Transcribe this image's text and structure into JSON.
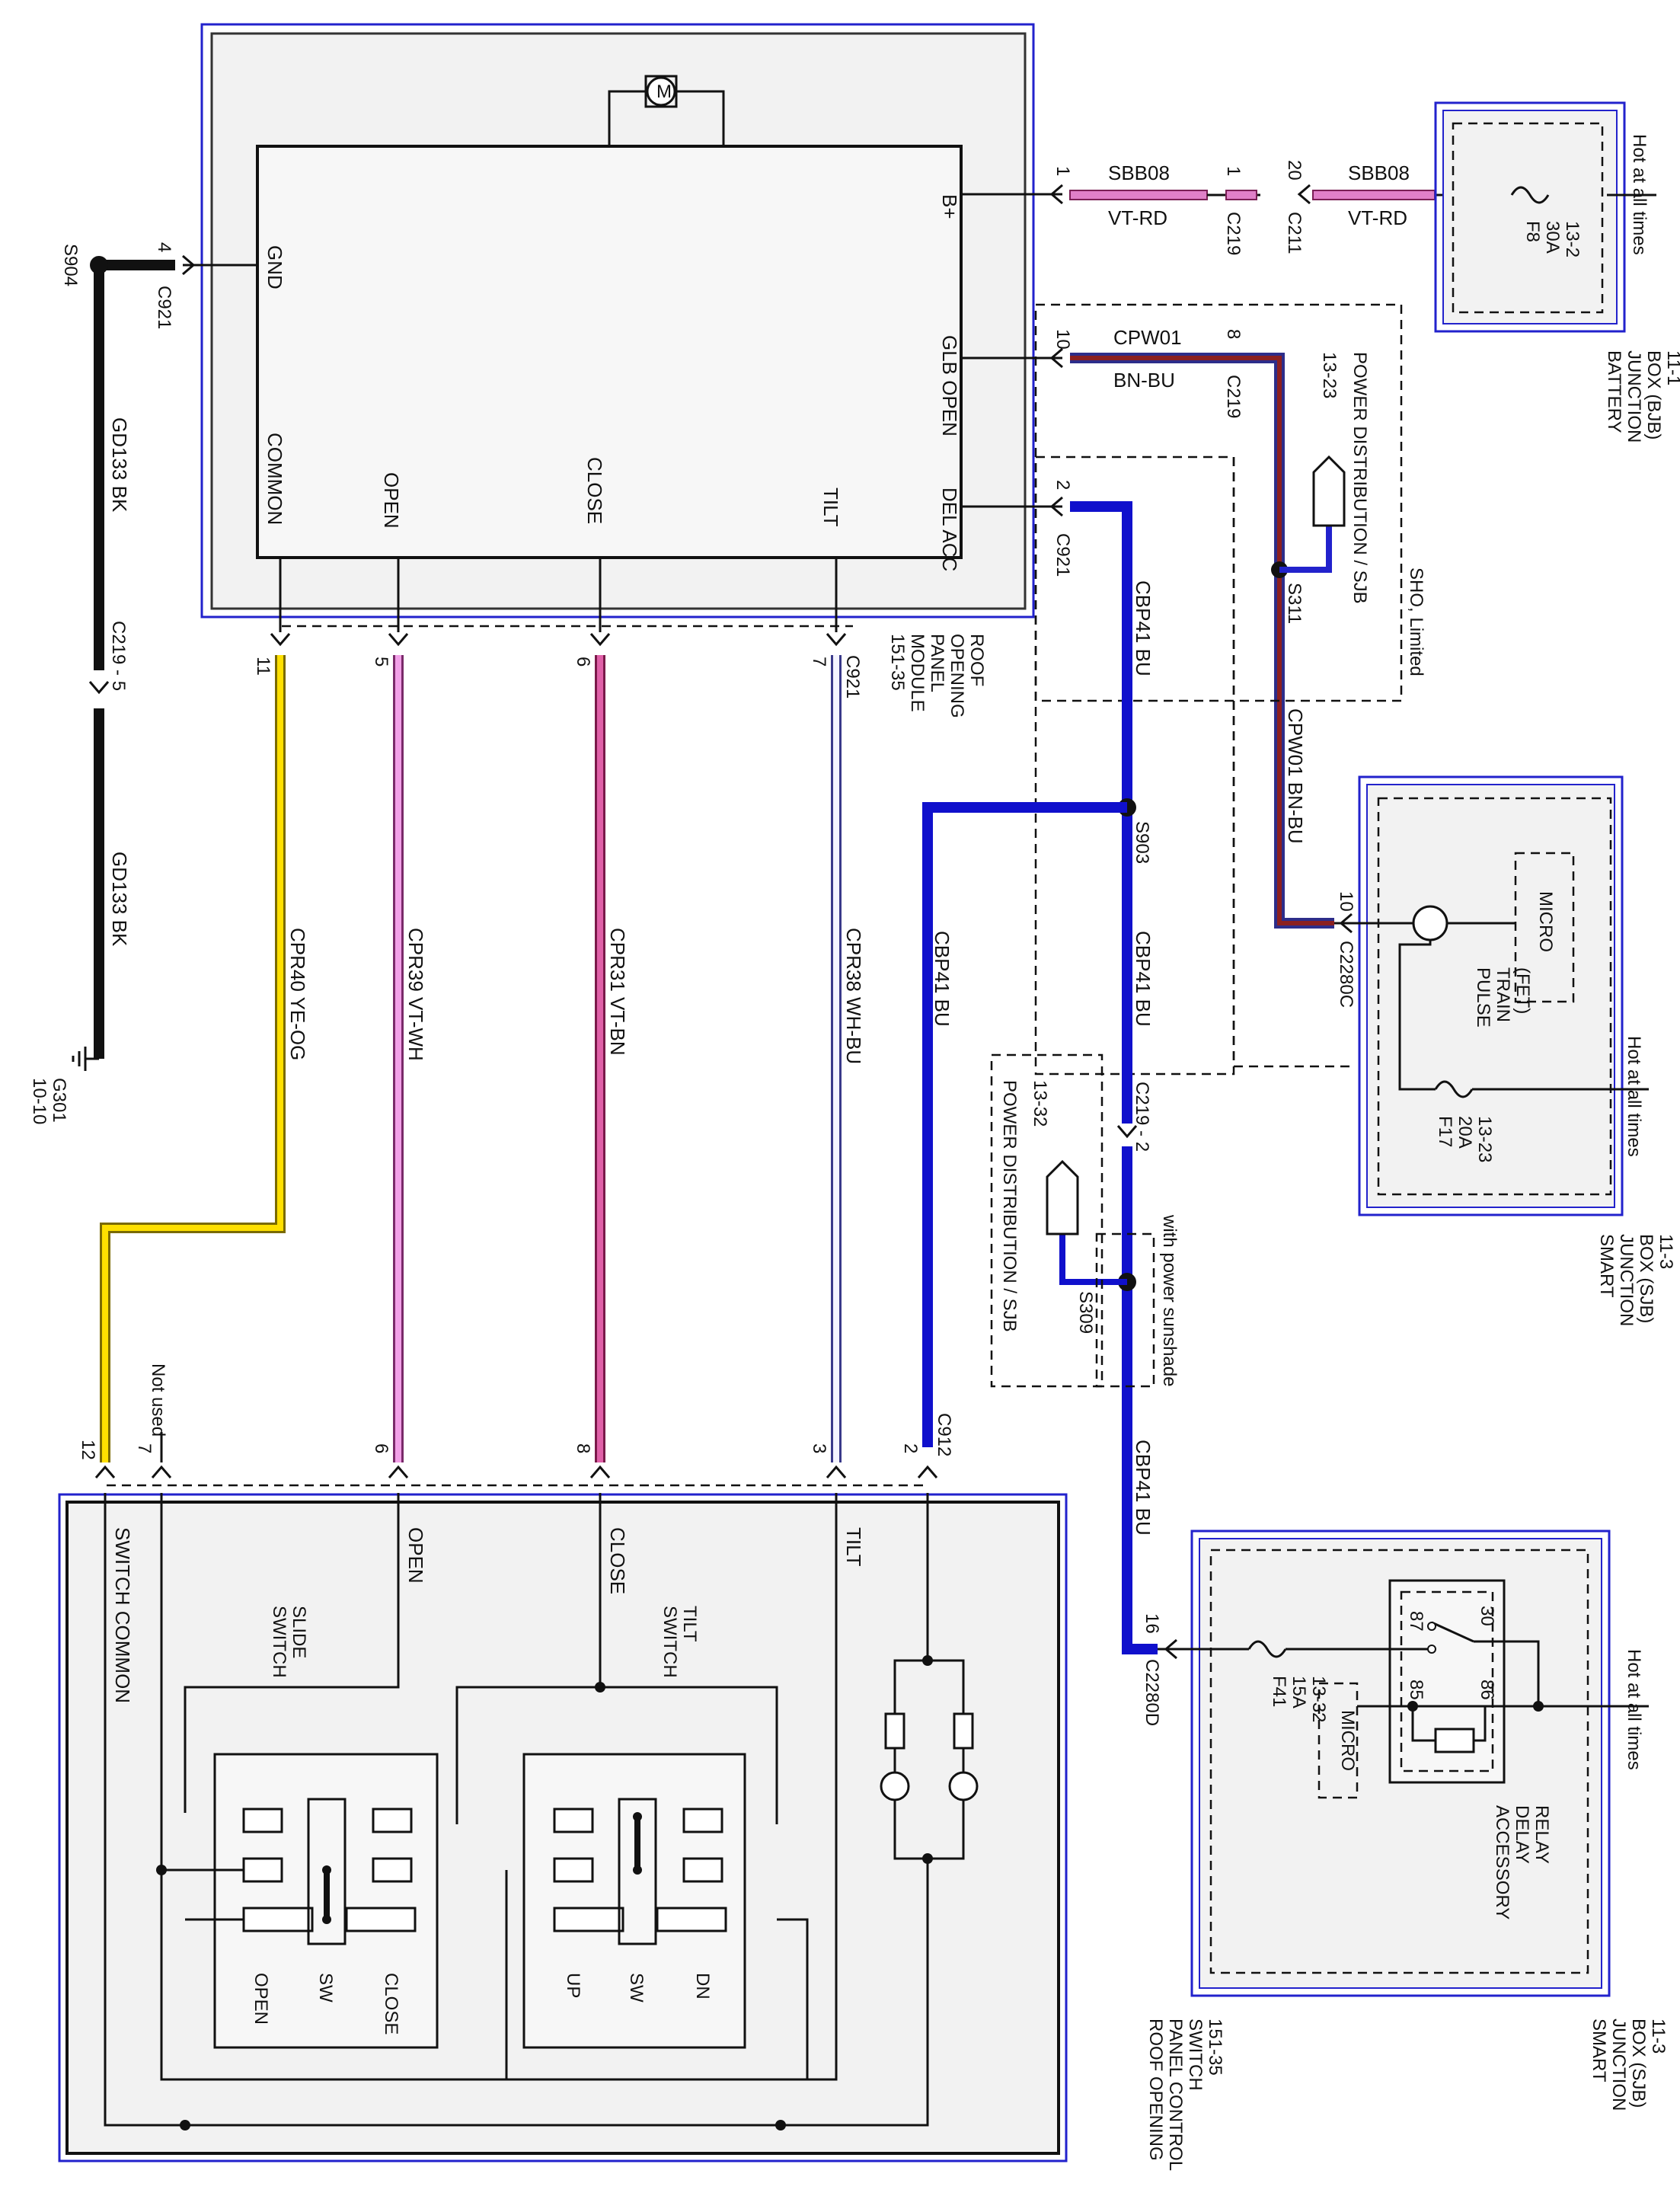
{
  "modules": {
    "rop_module": {
      "name": "ROOF\nOPENING\nPANEL\nMODULE\n151-35",
      "pins": {
        "b_plus": "B+",
        "gnd": "GND",
        "glb_open": "GLB\nOPEN",
        "del_acc": "DEL\nACC",
        "common": "COMMON",
        "open": "OPEN",
        "close": "CLOSE",
        "tilt": "TILT"
      }
    },
    "bjb": {
      "name": "BATTERY\nJUNCTION\nBOX (BJB)\n11-1",
      "hot": "Hot at all times",
      "fuse": "F8\n30A\n13-2"
    },
    "sjb1": {
      "name": "SMART\nJUNCTION\nBOX (SJB)\n11-3",
      "hot": "Hot at all times",
      "fuse": "F17\n20A\n13-23",
      "micro": "MICRO",
      "pulse": "PULSE\nTRAIN\n(FET)"
    },
    "sjb2": {
      "name": "SMART\nJUNCTION\nBOX (SJB)\n11-3",
      "hot": "Hot at all times",
      "fuse": "F41\n15A\n13-32",
      "micro": "MICRO",
      "relay": "ACCESSORY\nDELAY\nRELAY",
      "relay_pins": [
        "30",
        "87",
        "85",
        "86"
      ]
    },
    "switch": {
      "name": "ROOF OPENING\nPANEL CONTROL\nSWITCH\n151-35",
      "labels": {
        "switch_common": "SWITCH COMMON",
        "open": "OPEN",
        "close": "CLOSE",
        "tilt": "TILT",
        "slide_switch": "SLIDE\nSWITCH",
        "tilt_switch": "TILT\nSWITCH",
        "open_pos": "OPEN",
        "sw": "SW",
        "close_pos": "CLOSE",
        "up": "UP",
        "dn": "DN"
      }
    }
  },
  "wires": {
    "sbb08_a": "SBB08",
    "vt_rd_a": "VT-RD",
    "sbb08_b": "SBB08",
    "vt_rd_b": "VT-RD",
    "cpw01": "CPW01",
    "bn_bu": "BN-BU",
    "cbp41_bu_1": "CBP41  BU",
    "cpw01_bn_bu": "CPW01  BN-BU",
    "cbp41_bu_2": "CBP41  BU",
    "cbp41_bu_3": "CBP41  BU",
    "cbp41_bu_4": "CBP41  BU",
    "cpr40": "CPR40  YE-OG",
    "cpr39": "CPR39  VT-WH",
    "cpr31": "CPR31  VT-BN",
    "cpr38": "CPR38  WH-BU",
    "gd133_a": "GD133  BK",
    "gd133_b": "GD133  BK"
  },
  "connectors": {
    "c219_1": "C219",
    "c211": "C211",
    "pin1a": "1",
    "pin1b": "1",
    "pin20": "20",
    "c219_8": "C219",
    "pin10": "10",
    "pin8": "8",
    "c921_2": "C921",
    "pin2": "2",
    "c921_gnd": "C921",
    "pin4": "4",
    "s904": "S904",
    "c219_5": "C219  -  5",
    "g301": "G301\n10-10",
    "c921_bottom": "C921",
    "pins_c921": [
      "11",
      "5",
      "6",
      "7"
    ],
    "s311": "S311",
    "s903": "S903",
    "s309": "S309",
    "c219_2": "C219  -  2",
    "c2280c": "C2280C",
    "c2280d": "C2280D",
    "pin10_c": "10",
    "pin16": "16",
    "c912": "C912",
    "pins_c912": [
      "12",
      "7",
      "6",
      "8",
      "3",
      "2"
    ],
    "not_used": "Not used",
    "pd_sjb_1": "POWER DISTRIBUTION / SJB",
    "pd_sjb_1_ref": "13-23",
    "pd_sjb_2": "POWER DISTRIBUTION / SJB",
    "pd_sjb_2_ref": "13-32",
    "sho_limited": "SHO, Limited",
    "with_sunshade": "with power sunshade"
  }
}
